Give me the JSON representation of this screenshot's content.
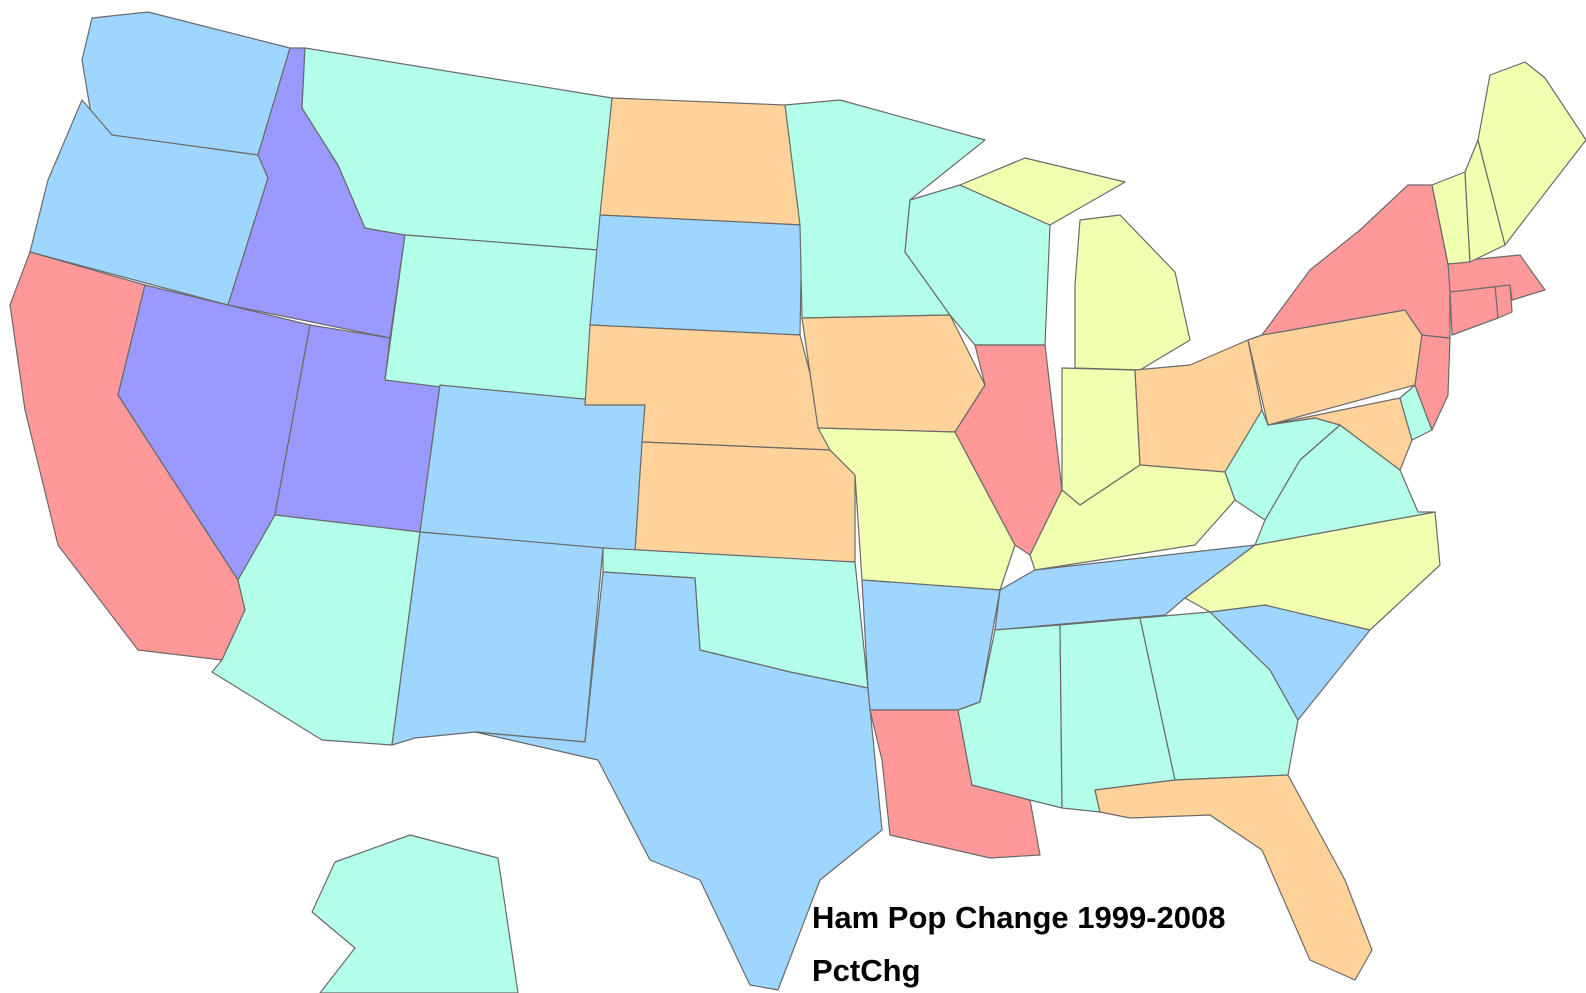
{
  "legend": {
    "title": "Ham Pop Change 1999-2008",
    "field": "PctChg"
  },
  "colors": {
    "red": "#ff9999",
    "orange": "#ffd299",
    "yellow": "#f0ffb0",
    "mint": "#b3ffe9",
    "blue": "#9ed6ff",
    "purple": "#9999ff"
  },
  "states": [
    {
      "name": "Washington",
      "class": "blue"
    },
    {
      "name": "Oregon",
      "class": "blue"
    },
    {
      "name": "California",
      "class": "red"
    },
    {
      "name": "Idaho",
      "class": "purple"
    },
    {
      "name": "Nevada",
      "class": "purple"
    },
    {
      "name": "Utah",
      "class": "purple"
    },
    {
      "name": "Arizona",
      "class": "mint"
    },
    {
      "name": "Montana",
      "class": "mint"
    },
    {
      "name": "Wyoming",
      "class": "mint"
    },
    {
      "name": "Colorado",
      "class": "blue"
    },
    {
      "name": "New Mexico",
      "class": "blue"
    },
    {
      "name": "North Dakota",
      "class": "orange"
    },
    {
      "name": "South Dakota",
      "class": "blue"
    },
    {
      "name": "Nebraska",
      "class": "orange"
    },
    {
      "name": "Kansas",
      "class": "orange"
    },
    {
      "name": "Oklahoma",
      "class": "mint"
    },
    {
      "name": "Texas",
      "class": "blue"
    },
    {
      "name": "Minnesota",
      "class": "mint"
    },
    {
      "name": "Iowa",
      "class": "orange"
    },
    {
      "name": "Missouri",
      "class": "yellow"
    },
    {
      "name": "Arkansas",
      "class": "blue"
    },
    {
      "name": "Louisiana",
      "class": "red"
    },
    {
      "name": "Wisconsin",
      "class": "mint"
    },
    {
      "name": "Illinois",
      "class": "red"
    },
    {
      "name": "Michigan",
      "class": "yellow"
    },
    {
      "name": "Indiana",
      "class": "yellow"
    },
    {
      "name": "Ohio",
      "class": "orange"
    },
    {
      "name": "Kentucky",
      "class": "yellow"
    },
    {
      "name": "Tennessee",
      "class": "blue"
    },
    {
      "name": "Mississippi",
      "class": "mint"
    },
    {
      "name": "Alabama",
      "class": "mint"
    },
    {
      "name": "Georgia",
      "class": "mint"
    },
    {
      "name": "Florida",
      "class": "orange"
    },
    {
      "name": "South Carolina",
      "class": "blue"
    },
    {
      "name": "North Carolina",
      "class": "yellow"
    },
    {
      "name": "Virginia",
      "class": "mint"
    },
    {
      "name": "West Virginia",
      "class": "mint"
    },
    {
      "name": "Pennsylvania",
      "class": "orange"
    },
    {
      "name": "Maryland",
      "class": "orange"
    },
    {
      "name": "Delaware",
      "class": "mint"
    },
    {
      "name": "New Jersey",
      "class": "red"
    },
    {
      "name": "New York",
      "class": "red"
    },
    {
      "name": "Connecticut",
      "class": "red"
    },
    {
      "name": "Rhode Island",
      "class": "red"
    },
    {
      "name": "Massachusetts",
      "class": "red"
    },
    {
      "name": "Vermont",
      "class": "yellow"
    },
    {
      "name": "New Hampshire",
      "class": "yellow"
    },
    {
      "name": "Maine",
      "class": "yellow"
    },
    {
      "name": "Alaska",
      "class": "mint"
    }
  ]
}
